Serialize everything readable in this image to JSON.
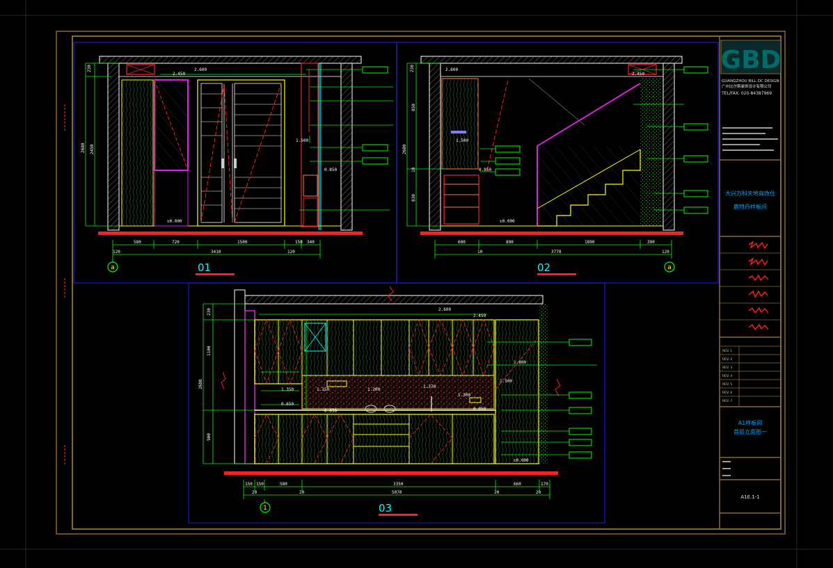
{
  "colors": {
    "background": "#000000",
    "sheet_frame": "#8a6a2a",
    "viewport": "#1b1bd0",
    "wall": "#ffffff",
    "dim": "#00ff00",
    "red": "#ff2020",
    "magenta": "#e020e0",
    "yellow": "#ffff00",
    "cyan": "#00ffff",
    "grey": "#808080"
  },
  "title_block": {
    "logo": "GBD",
    "company_en": "GUANGZHOU BILL DC DESIGN",
    "company_cn": "广州比尔斯装饰设计有限公司",
    "tel": "TEL/FAX: 020-84387969",
    "project_name_1": "大兴万科天地商改住",
    "project_name_2": "鹿特丹样板间",
    "drawing_title_1": "A1样板间",
    "drawing_title_2": "首层立面图一",
    "drawing_no": "A1E.1-1",
    "revisions": [
      "REV. 1",
      "REV. 2",
      "REV. 3",
      "REV. 4",
      "REV. 5",
      "REV. 6",
      "REV. 7"
    ]
  },
  "views": {
    "v01": {
      "label": "01",
      "axis": "a",
      "levels": [
        "2.600",
        "2.450",
        "1.500",
        "0.850",
        "±0.000"
      ],
      "dims_bottom": [
        "580",
        "720",
        "1500",
        "150",
        "340"
      ],
      "total": "3410",
      "end_dims": [
        "120",
        "120"
      ],
      "left_dims": [
        "230",
        "2450",
        "2680"
      ]
    },
    "v02": {
      "label": "02",
      "axis": "a",
      "levels": [
        "2.600",
        "2.450",
        "1.500",
        "0.850",
        "±0.000"
      ],
      "dims_bottom": [
        "600",
        "890",
        "1890",
        "390"
      ],
      "total": "3770",
      "end_dims": [
        "10",
        "120"
      ],
      "left_dims": [
        "230",
        "850",
        "2680",
        "830",
        "10"
      ]
    },
    "v03": {
      "label": "03",
      "axis": "1",
      "levels": [
        "2.600",
        "2.450",
        "1.800",
        "1.500",
        "1.350",
        "1.150",
        "1.200",
        "1.370",
        "1.300",
        "0.850",
        "0.650",
        "0.050",
        "±0.000"
      ],
      "dims_bottom": [
        "150",
        "150",
        "580",
        "3350",
        "660",
        "170"
      ],
      "total": "5070",
      "sub_dims": [
        "20",
        "20",
        "20",
        "20"
      ],
      "left_dims": [
        "230",
        "1100",
        "2680",
        "900"
      ]
    }
  }
}
